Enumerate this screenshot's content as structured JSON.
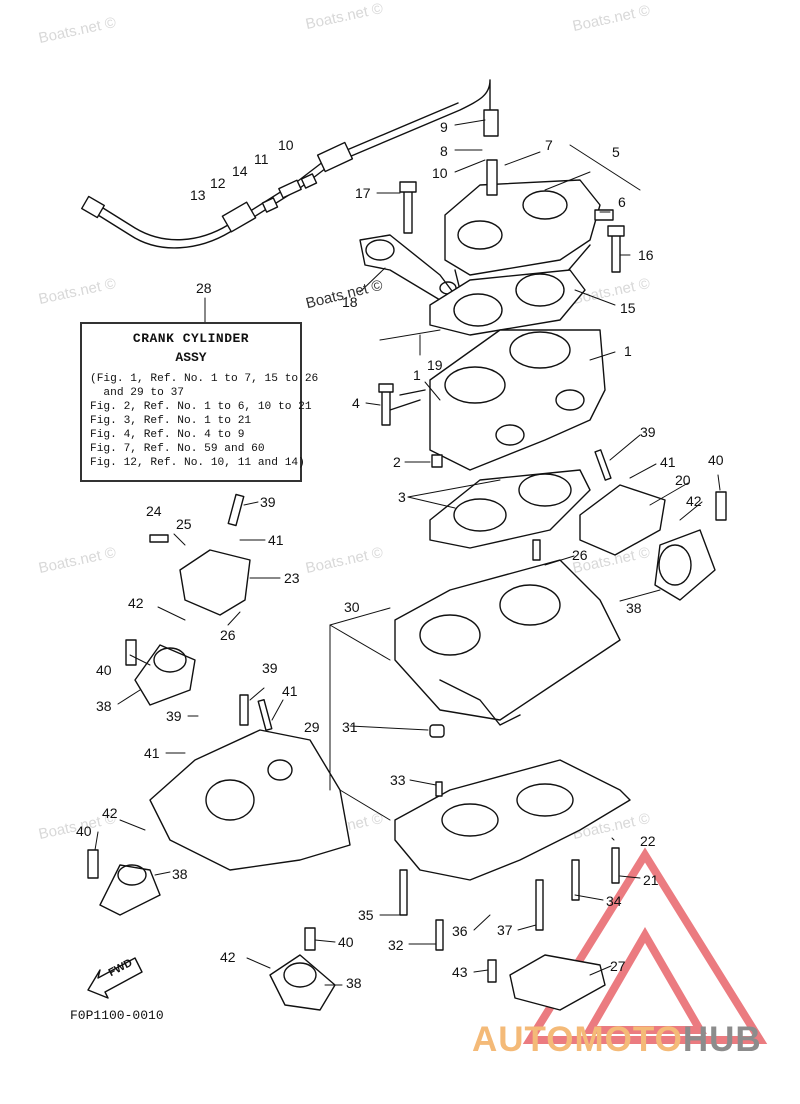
{
  "watermark_text": "Boats.net ©",
  "figure_ref": "F0P1100-0010",
  "fwd_label": "FWD",
  "brand": {
    "part_a": "AUTOMOTO",
    "part_b": "HUB"
  },
  "infobox": {
    "callout": "28",
    "title": "CRANK CYLINDER",
    "subtitle": "ASSY",
    "lines": [
      "(Fig. 1, Ref. No. 1 to 7, 15 to 26",
      "  and 29 to 37",
      "Fig. 2, Ref. No. 1 to 6, 10 to 21",
      "Fig. 3, Ref. No. 1 to 21",
      "Fig. 4, Ref. No. 4 to 9",
      "Fig. 7, Ref. No. 59 and 60",
      "Fig. 12, Ref. No. 10, 11 and 14)"
    ]
  },
  "callouts": [
    "1",
    "1",
    "2",
    "3",
    "4",
    "5",
    "6",
    "7",
    "8",
    "9",
    "10",
    "10",
    "11",
    "12",
    "13",
    "14",
    "15",
    "16",
    "17",
    "18",
    "19",
    "20",
    "21",
    "22",
    "23",
    "24",
    "25",
    "26",
    "26",
    "27",
    "29",
    "30",
    "31",
    "32",
    "33",
    "34",
    "35",
    "36",
    "37",
    "38",
    "38",
    "38",
    "38",
    "39",
    "39",
    "39",
    "39",
    "40",
    "40",
    "40",
    "40",
    "41",
    "41",
    "41",
    "41",
    "42",
    "42",
    "42",
    "42",
    "43"
  ],
  "colors": {
    "line": "#111111",
    "watermark": "#d8d8d8",
    "brand_orange": "#f4ba78",
    "brand_gray": "#8c8c8c",
    "logo_red": "#e8656b"
  }
}
